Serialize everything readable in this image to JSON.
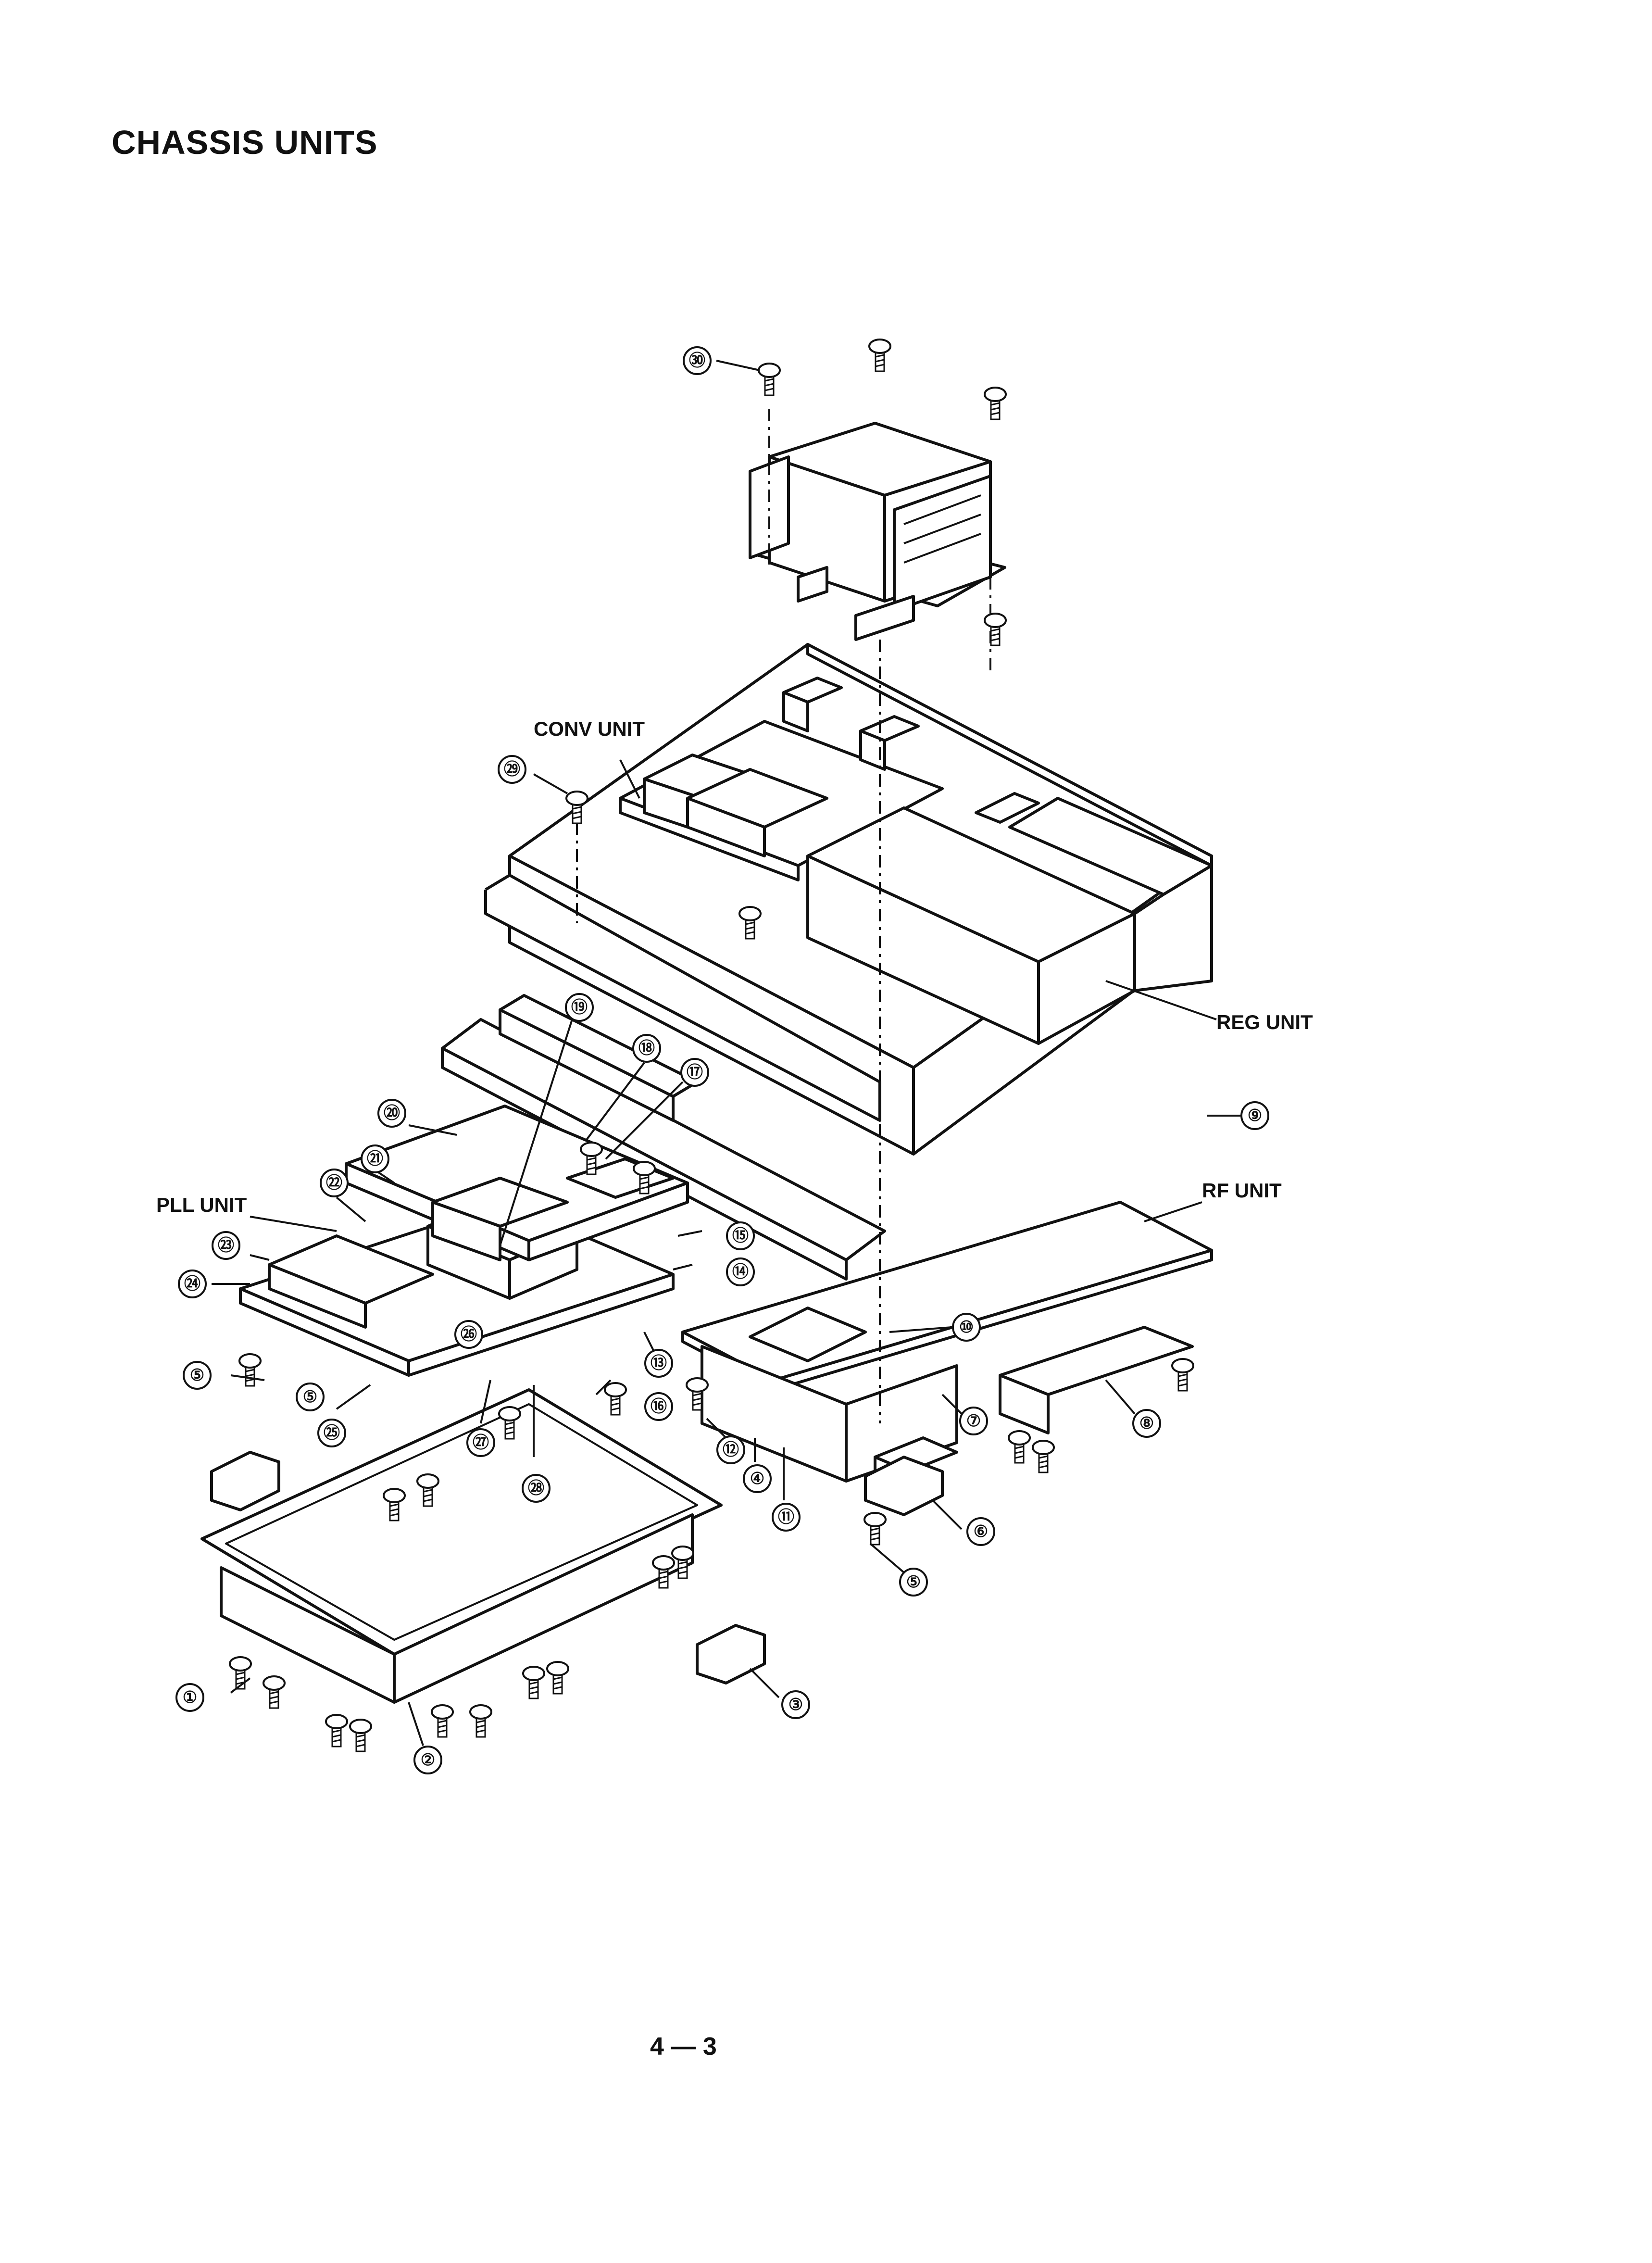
{
  "page": {
    "title": "CHASSIS UNITS",
    "page_number": "4 — 3"
  },
  "diagram": {
    "unit_labels": {
      "conv": "CONV UNIT",
      "reg": "REG UNIT",
      "rf": "RF UNIT",
      "pll": "PLL UNIT"
    },
    "callouts": [
      {
        "id": "c1",
        "text": "①"
      },
      {
        "id": "c2",
        "text": "②"
      },
      {
        "id": "c3",
        "text": "③"
      },
      {
        "id": "c4",
        "text": "④"
      },
      {
        "id": "c5a",
        "text": "⑤"
      },
      {
        "id": "c5b",
        "text": "⑤"
      },
      {
        "id": "c5c",
        "text": "⑤"
      },
      {
        "id": "c6",
        "text": "⑥"
      },
      {
        "id": "c7",
        "text": "⑦"
      },
      {
        "id": "c8",
        "text": "⑧"
      },
      {
        "id": "c9",
        "text": "⑨"
      },
      {
        "id": "c10",
        "text": "⑩"
      },
      {
        "id": "c11",
        "text": "⑪"
      },
      {
        "id": "c12",
        "text": "⑫"
      },
      {
        "id": "c13",
        "text": "⑬"
      },
      {
        "id": "c14",
        "text": "⑭"
      },
      {
        "id": "c15",
        "text": "⑮"
      },
      {
        "id": "c16",
        "text": "⑯"
      },
      {
        "id": "c17",
        "text": "⑰"
      },
      {
        "id": "c18",
        "text": "⑱"
      },
      {
        "id": "c19",
        "text": "⑲"
      },
      {
        "id": "c20",
        "text": "⑳"
      },
      {
        "id": "c21",
        "text": "㉑"
      },
      {
        "id": "c22",
        "text": "㉒"
      },
      {
        "id": "c23",
        "text": "㉓"
      },
      {
        "id": "c24",
        "text": "㉔"
      },
      {
        "id": "c25",
        "text": "㉕"
      },
      {
        "id": "c26",
        "text": "㉖"
      },
      {
        "id": "c27",
        "text": "㉗"
      },
      {
        "id": "c28",
        "text": "㉘"
      },
      {
        "id": "c29",
        "text": "㉙"
      },
      {
        "id": "c30",
        "text": "㉚"
      }
    ]
  }
}
